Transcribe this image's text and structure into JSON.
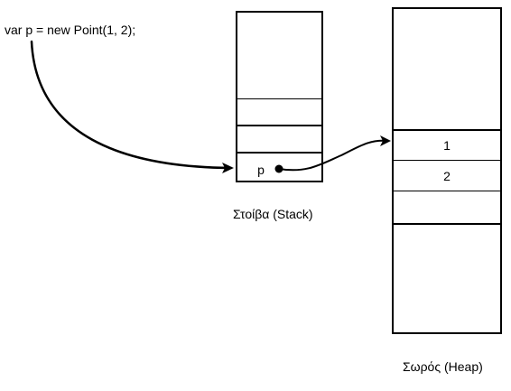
{
  "code": {
    "statement": "var p = new Point(1, 2);"
  },
  "stack": {
    "caption": "Στοίβα (Stack)",
    "variable_name": "p"
  },
  "heap": {
    "caption": "Σωρός (Heap)",
    "values": [
      "1",
      "2"
    ]
  },
  "colors": {
    "ink": "#000000",
    "background": "#ffffff"
  }
}
